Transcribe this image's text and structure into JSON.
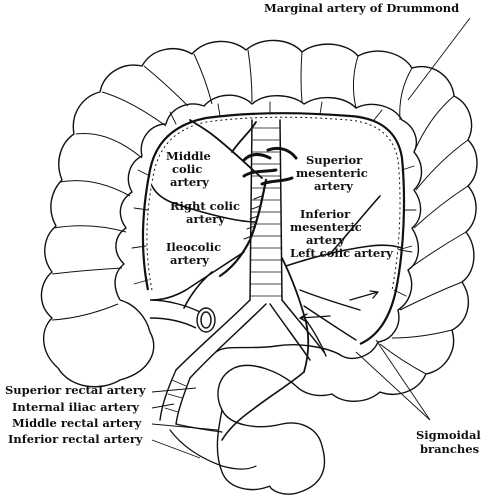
{
  "labels": {
    "marginal": "Marginal artery of Drummond",
    "middle_colic": [
      "Middle",
      "colic",
      "artery"
    ],
    "superior_mesenteric": [
      "Superior",
      "mesenteric",
      "artery"
    ],
    "right_colic": [
      "Right colic",
      "artery"
    ],
    "inferior_mesenteric": [
      "Inferior",
      "mesenteric",
      "artery"
    ],
    "ileocolic": [
      "Ileocolic",
      "artery"
    ],
    "left_colic": "Left colic artery",
    "superior_rectal": "Superior rectal artery",
    "internal_iliac": "Internal iliac artery",
    "middle_rectal": "Middle rectal artery",
    "inferior_rectal": "Inferior rectal artery",
    "sigmoidal": [
      "Sigmoidal",
      "branches"
    ]
  },
  "colors": {
    "ink": "#111111",
    "paper": "#ffffff"
  }
}
